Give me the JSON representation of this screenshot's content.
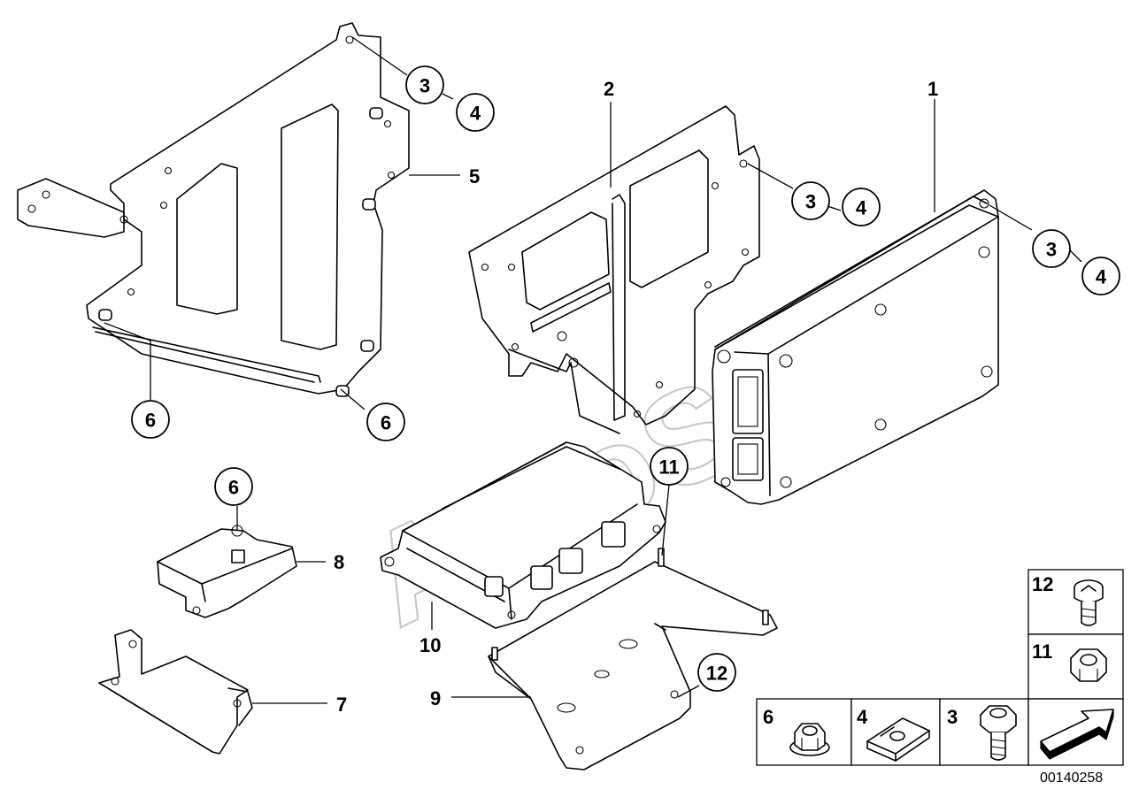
{
  "watermark": "AutoSoft",
  "document_number": "00140258",
  "callouts": {
    "c3a": "3",
    "c4a": "4",
    "c3b": "3",
    "c4b": "4",
    "c3c": "3",
    "c4c": "4",
    "c6a": "6",
    "c6b": "6",
    "c6c": "6",
    "c11": "11",
    "c12": "12"
  },
  "labels": {
    "l1": "1",
    "l2": "2",
    "l5": "5",
    "l7": "7",
    "l8": "8",
    "l9": "9",
    "l10": "10"
  },
  "legend": {
    "cell12": "12",
    "cell11": "11",
    "cell6": "6",
    "cell4": "4",
    "cell3": "3"
  }
}
